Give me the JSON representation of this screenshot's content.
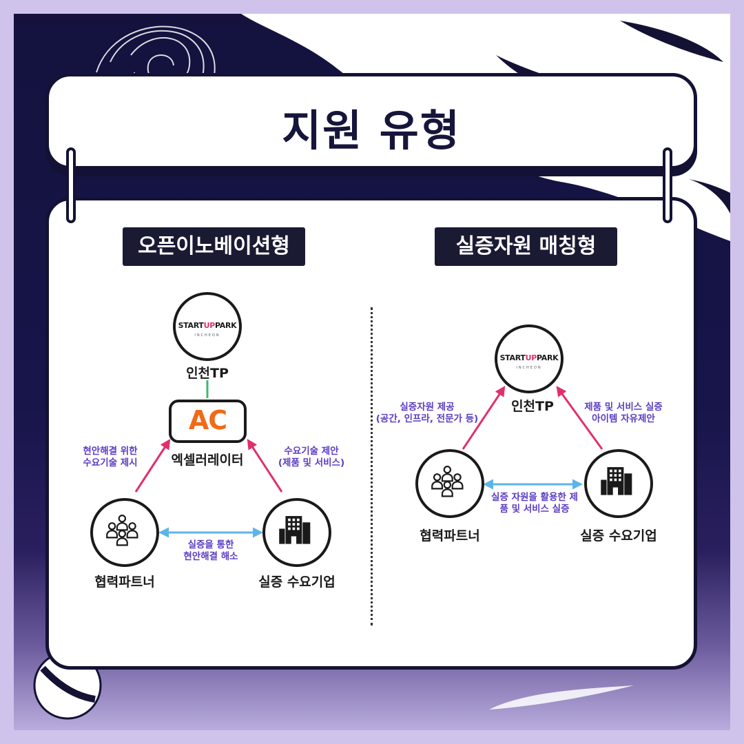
{
  "title": "지원 유형",
  "colors": {
    "accent_pink": "#e0306b",
    "accent_blue": "#5eb4e8",
    "note_purple": "#5b3cc4",
    "ac_orange": "#f06a17",
    "link_green": "#3fb86c",
    "navy": "#16153a"
  },
  "logo": {
    "main_left": "START",
    "main_mid": "UP",
    "main_right": "PARK",
    "sub": "INCHEON"
  },
  "left": {
    "tag": "오픈이노베이션형",
    "top_label": "인천TP",
    "ac_text": "AC",
    "ac_label": "엑셀러레이터",
    "partner_label": "협력파트너",
    "company_label": "실증 수요기업",
    "note_left": [
      "현안해결 위한",
      "수요기술 제시"
    ],
    "note_right": [
      "수요기술 제안",
      "(제품 및 서비스)"
    ],
    "note_bottom": [
      "실증을 통한",
      "현안해결 해소"
    ],
    "icons": {
      "partner": "people-group-icon",
      "company": "building-icon"
    }
  },
  "right": {
    "tag": "실증자원 매칭형",
    "top_label": "인천TP",
    "partner_label": "협력파트너",
    "company_label": "실증 수요기업",
    "note_left": [
      "실증자원 제공",
      "(공간, 인프라, 전문가 등)"
    ],
    "note_right": [
      "제품 및 서비스 실증",
      "아이템 자유제안"
    ],
    "note_middle": [
      "실증 자원을 활용한 제",
      "품 및 서비스 실증"
    ],
    "icons": {
      "partner": "people-group-icon",
      "company": "building-icon"
    }
  }
}
